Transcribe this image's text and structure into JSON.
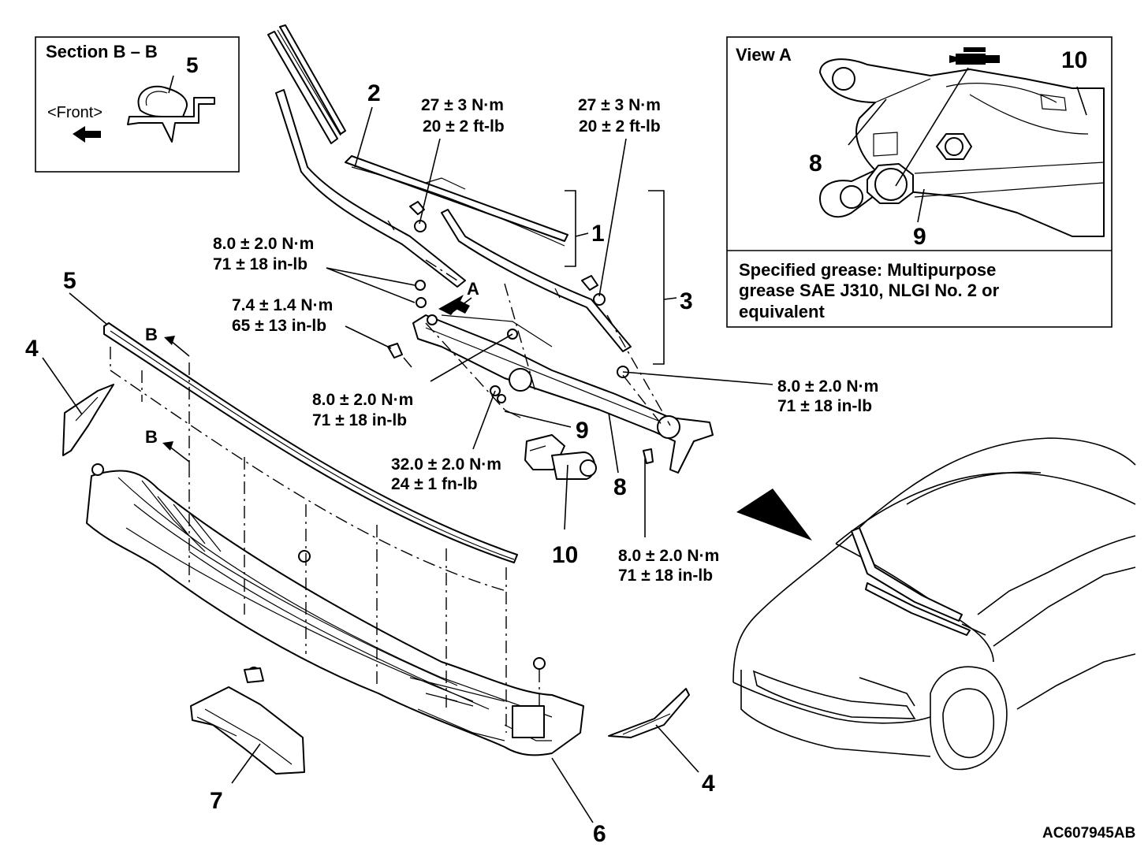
{
  "diagram": {
    "figure_id": "AC607945AB",
    "section_box": {
      "title": "Section B – B",
      "part_label": "5",
      "front_label": "<Front>",
      "front_arrow_icon": "arrow-left-icon"
    },
    "view_box": {
      "title": "View A",
      "labels": [
        "10",
        "8",
        "9"
      ],
      "grease_icon": "grease-gun-icon",
      "grease_note": [
        "Specified grease: Multipurpose",
        "grease SAE J310, NLGI No. 2 or",
        "equivalent"
      ]
    },
    "callouts": {
      "c1": "1",
      "c2": "2",
      "c3": "3",
      "c4a": "4",
      "c4b": "4",
      "c5": "5",
      "c6": "6",
      "c7": "7",
      "c8": "8",
      "c9": "9",
      "c10": "10",
      "cA": "A",
      "cB1": "B",
      "cB2": "B"
    },
    "torques": {
      "t1": [
        "27 ± 3 N·m",
        "20 ± 2 ft-lb"
      ],
      "t2": [
        "27 ± 3 N·m",
        "20 ± 2 ft-lb"
      ],
      "t3": [
        "8.0 ± 2.0 N·m",
        "71 ± 18 in-lb"
      ],
      "t4": [
        "7.4 ± 1.4 N·m",
        "65 ± 13 in-lb"
      ],
      "t5": [
        "8.0 ± 2.0 N·m",
        "71 ± 18 in-lb"
      ],
      "t6": [
        "8.0 ± 2.0 N·m",
        "71 ± 18 in-lb"
      ],
      "t7": [
        "32.0 ± 2.0 N·m",
        "24 ± 1 fn-lb"
      ],
      "t8": [
        "8.0 ± 2.0 N·m",
        "71 ± 18 in-lb"
      ]
    }
  }
}
